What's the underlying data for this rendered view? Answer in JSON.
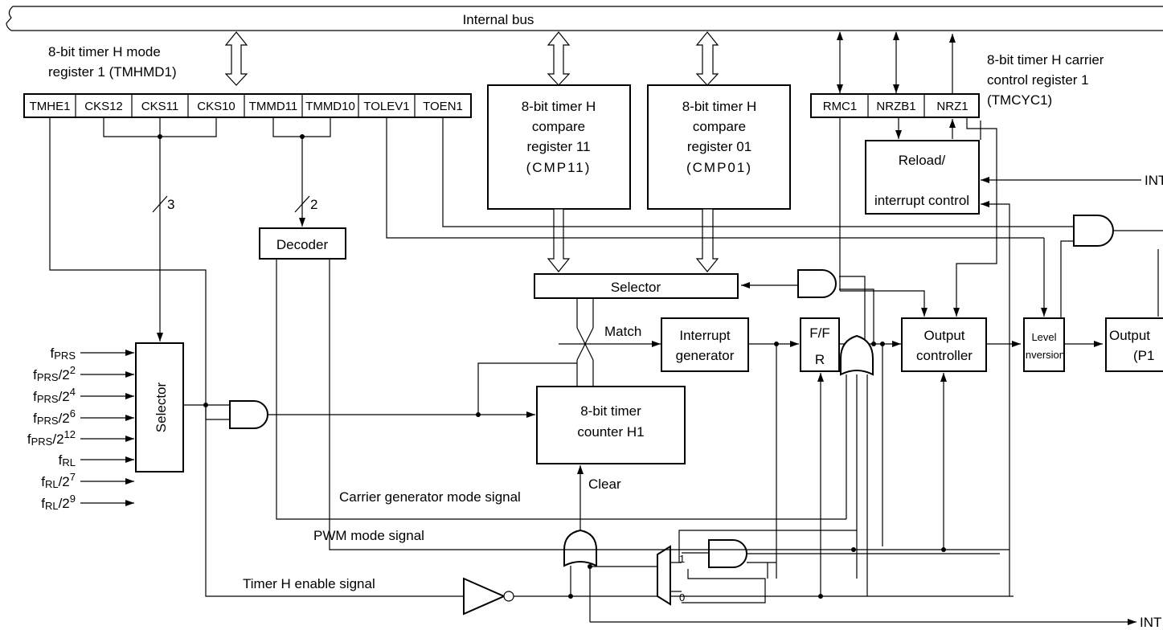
{
  "bus": {
    "label": "Internal bus"
  },
  "tmhmd1": {
    "title_line1": "8-bit timer H mode",
    "title_line2": "register 1 (TMHMD1)",
    "bits": [
      "TMHE1",
      "CKS12",
      "CKS11",
      "CKS10",
      "TMMD11",
      "TMMD10",
      "TOLEV1",
      "TOEN1"
    ]
  },
  "cmp11": {
    "line1": "8-bit timer H",
    "line2": "compare",
    "line3": "register 11",
    "line4": "(CMP11)"
  },
  "cmp01": {
    "line1": "8-bit timer H",
    "line2": "compare",
    "line3": "register 01",
    "line4": "(CMP01)"
  },
  "tmcyc1": {
    "title_line1": "8-bit timer H carrier",
    "title_line2": "control register 1",
    "title_line3": "(TMCYC1)",
    "bits": [
      "RMC1",
      "NRZB1",
      "NRZ1"
    ]
  },
  "reload": {
    "line1": "Reload/",
    "line2": "interrupt control"
  },
  "int_top": "INT",
  "int_bottom": "INT",
  "bus_width_3": "3",
  "bus_width_2": "2",
  "decoder": "Decoder",
  "selector_top": "Selector",
  "selector_left": "Selector",
  "match": "Match",
  "interrupt_gen": {
    "line1": "Interrupt",
    "line2": "generator"
  },
  "ff": {
    "line1": "F/F",
    "line2": "R"
  },
  "output_ctrl": {
    "line1": "Output",
    "line2": "controller"
  },
  "level_inv": {
    "line1": "Level",
    "line2": "inversion"
  },
  "output_latch": {
    "line1": "Output",
    "line2": "(P1"
  },
  "counter": {
    "line1": "8-bit timer",
    "line2": "counter H1"
  },
  "clear": "Clear",
  "carrier_signal": "Carrier generator mode signal",
  "pwm_signal": "PWM mode signal",
  "enable_signal": "Timer H enable signal",
  "mux": {
    "in1": "1",
    "in0": "0"
  },
  "clock_inputs": [
    {
      "base": "f",
      "sub": "PRS",
      "suffix": "",
      "sup": ""
    },
    {
      "base": "f",
      "sub": "PRS",
      "suffix": "/2",
      "sup": "2"
    },
    {
      "base": "f",
      "sub": "PRS",
      "suffix": "/2",
      "sup": "4"
    },
    {
      "base": "f",
      "sub": "PRS",
      "suffix": "/2",
      "sup": "6"
    },
    {
      "base": "f",
      "sub": "PRS",
      "suffix": "/2",
      "sup": "12"
    },
    {
      "base": "f",
      "sub": "RL",
      "suffix": "",
      "sup": ""
    },
    {
      "base": "f",
      "sub": "RL",
      "suffix": "/2",
      "sup": "7"
    },
    {
      "base": "f",
      "sub": "RL",
      "suffix": "/2",
      "sup": "9"
    }
  ]
}
